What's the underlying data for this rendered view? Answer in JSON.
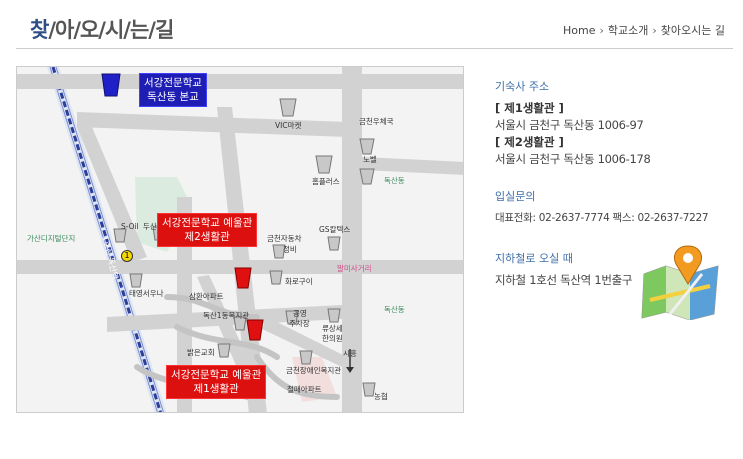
{
  "header": {
    "title_first": "찾",
    "title_rest": "/아/오/시/는/길",
    "breadcrumb": [
      "Home",
      "학교소개",
      "찾아오시는 길"
    ]
  },
  "map": {
    "callouts": {
      "main_campus": [
        "서강전문학교",
        "독산동 본교"
      ],
      "dorm2": [
        "서강전문학교 예울관",
        "제2생활관"
      ],
      "dorm1": [
        "서강전문학교 예울관",
        "제1생활관"
      ]
    },
    "labels": {
      "vic_market": "VIC마켓",
      "geumcheon_post": "금천우체국",
      "nobel": "노벨",
      "homeplus": "홈플러스",
      "doksan_dong_1": "독산동",
      "doksan_dong_2": "독산동",
      "gasan": "가산디지털단지",
      "soil": "S-Oil",
      "dusan": "두산",
      "line1_station": "1호선 독산역",
      "geumcheon_car": "금천자동차",
      "jungbi": "정비",
      "gs_caltex": "GS칼텍스",
      "malmi": "말미사거리",
      "hwarogu": "화로구이",
      "taeyoung": "태영서우나",
      "samhwan": "삼환아파트",
      "doksan1_welfare": "독산1동복지관",
      "park": "공영",
      "parking": "주차장",
      "yusangse": "류상세",
      "oriental": "한의원",
      "balgeun": "밝은교회",
      "geumcheon_disabled": "금천장애인복지관",
      "cheolsan": "철매아파트",
      "siheung": "시흥",
      "nonghyup": "농협",
      "exit1": "1"
    }
  },
  "info": {
    "address_title": "기숙사 주소",
    "dorm1_name": "[ 제1생활관 ]",
    "dorm1_addr": "서울시 금천구 독산동 1006-97",
    "dorm2_name": "[ 제2생활관 ]",
    "dorm2_addr": "서울시 금천구 독산동 1006-178",
    "inquiry_title": "입실문의",
    "inquiry_text": "대표전화: 02-2637-7774 팩스: 02-2637-7227",
    "subway_title": "지하철로 오실 때",
    "subway_text": "지하철 1호선 독산역 1번출구"
  },
  "colors": {
    "accent": "#3f6fa9",
    "callout_blue": "#1e1eb4",
    "callout_red": "#dd1010"
  }
}
